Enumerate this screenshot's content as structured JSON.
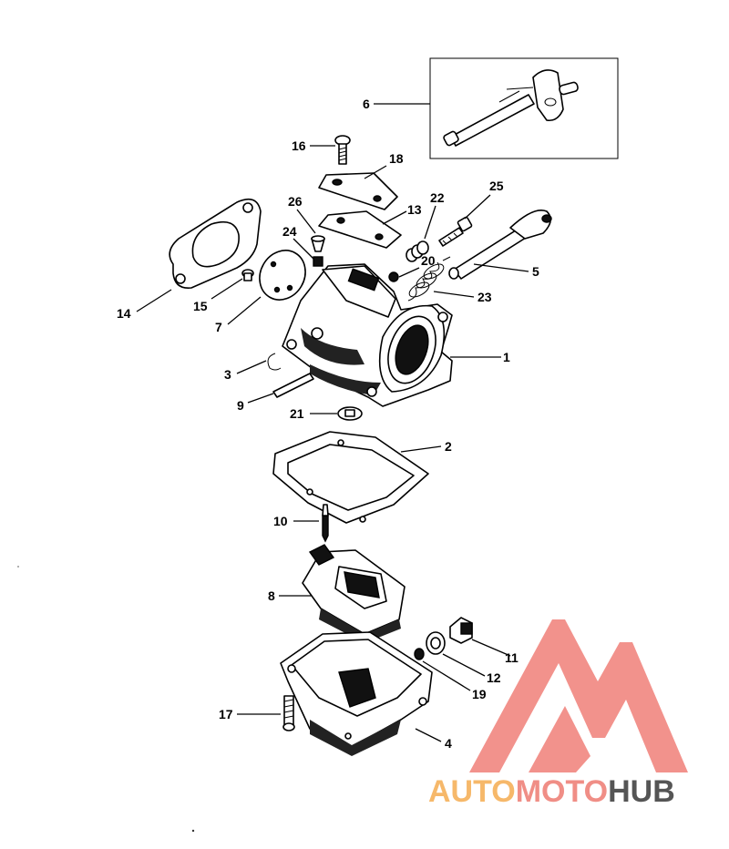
{
  "callouts": {
    "c1": "1",
    "c2": "2",
    "c3": "3",
    "c4": "4",
    "c5": "5",
    "c6": "6",
    "c7": "7",
    "c8": "8",
    "c9": "9",
    "c10": "10",
    "c11": "11",
    "c12": "12",
    "c13": "13",
    "c14": "14",
    "c15": "15",
    "c16": "16",
    "c17": "17",
    "c18": "18",
    "c19": "19",
    "c20": "20",
    "c21": "21",
    "c22": "22",
    "c23": "23",
    "c24": "24",
    "c25": "25",
    "c26": "26"
  },
  "watermark": {
    "part1": "AUTO",
    "part2": "MOTO",
    "part3": "HUB",
    "color1": "#f6b86a",
    "color2": "#f08e86",
    "color3": "#555555",
    "logo_color": "#f07f78"
  }
}
